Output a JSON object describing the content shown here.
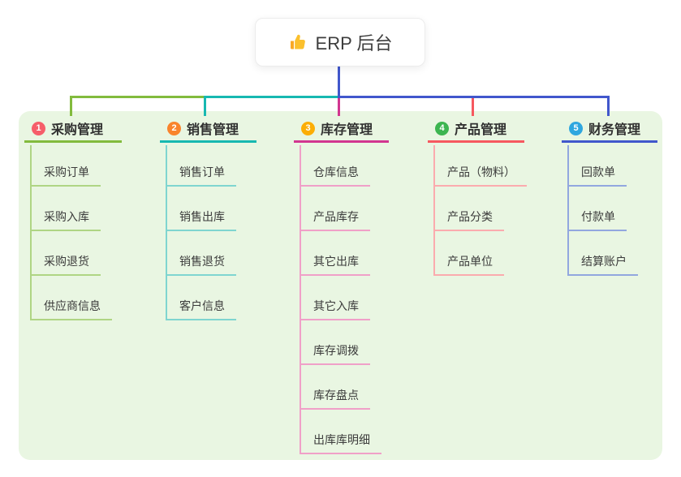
{
  "root": {
    "title": "ERP 后台",
    "icon": "thumbs-up-icon"
  },
  "branches": [
    {
      "number": "1",
      "label": "采购管理",
      "color": "#82BB3D",
      "light_color": "#AFD584",
      "badge_color": "#F65E6A",
      "children": [
        "采购订单",
        "采购入库",
        "采购退货",
        "供应商信息"
      ]
    },
    {
      "number": "2",
      "label": "销售管理",
      "color": "#17B8B1",
      "light_color": "#7FD5D0",
      "badge_color": "#F9842C",
      "children": [
        "销售订单",
        "销售出库",
        "销售退货",
        "客户信息"
      ]
    },
    {
      "number": "3",
      "label": "库存管理",
      "color": "#D23690",
      "light_color": "#F0A0C8",
      "badge_color": "#FCAE05",
      "children": [
        "仓库信息",
        "产品库存",
        "其它出库",
        "其它入库",
        "库存调拨",
        "库存盘点",
        "出库库明细"
      ]
    },
    {
      "number": "4",
      "label": "产品管理",
      "color": "#F6585F",
      "light_color": "#FBABAE",
      "badge_color": "#3CB550",
      "children": [
        "产品（物料）",
        "产品分类",
        "产品单位"
      ]
    },
    {
      "number": "5",
      "label": "财务管理",
      "color": "#4157CC",
      "light_color": "#92A7DF",
      "badge_color": "#2FA7DF",
      "children": [
        "回款单",
        "付款单",
        "结算账户"
      ]
    }
  ],
  "colors": {
    "panel_background": "#E9F6E2",
    "page_background": "#FFFFFF",
    "root_stem": "#4157CC",
    "text_dark": "#3B3B3B"
  }
}
